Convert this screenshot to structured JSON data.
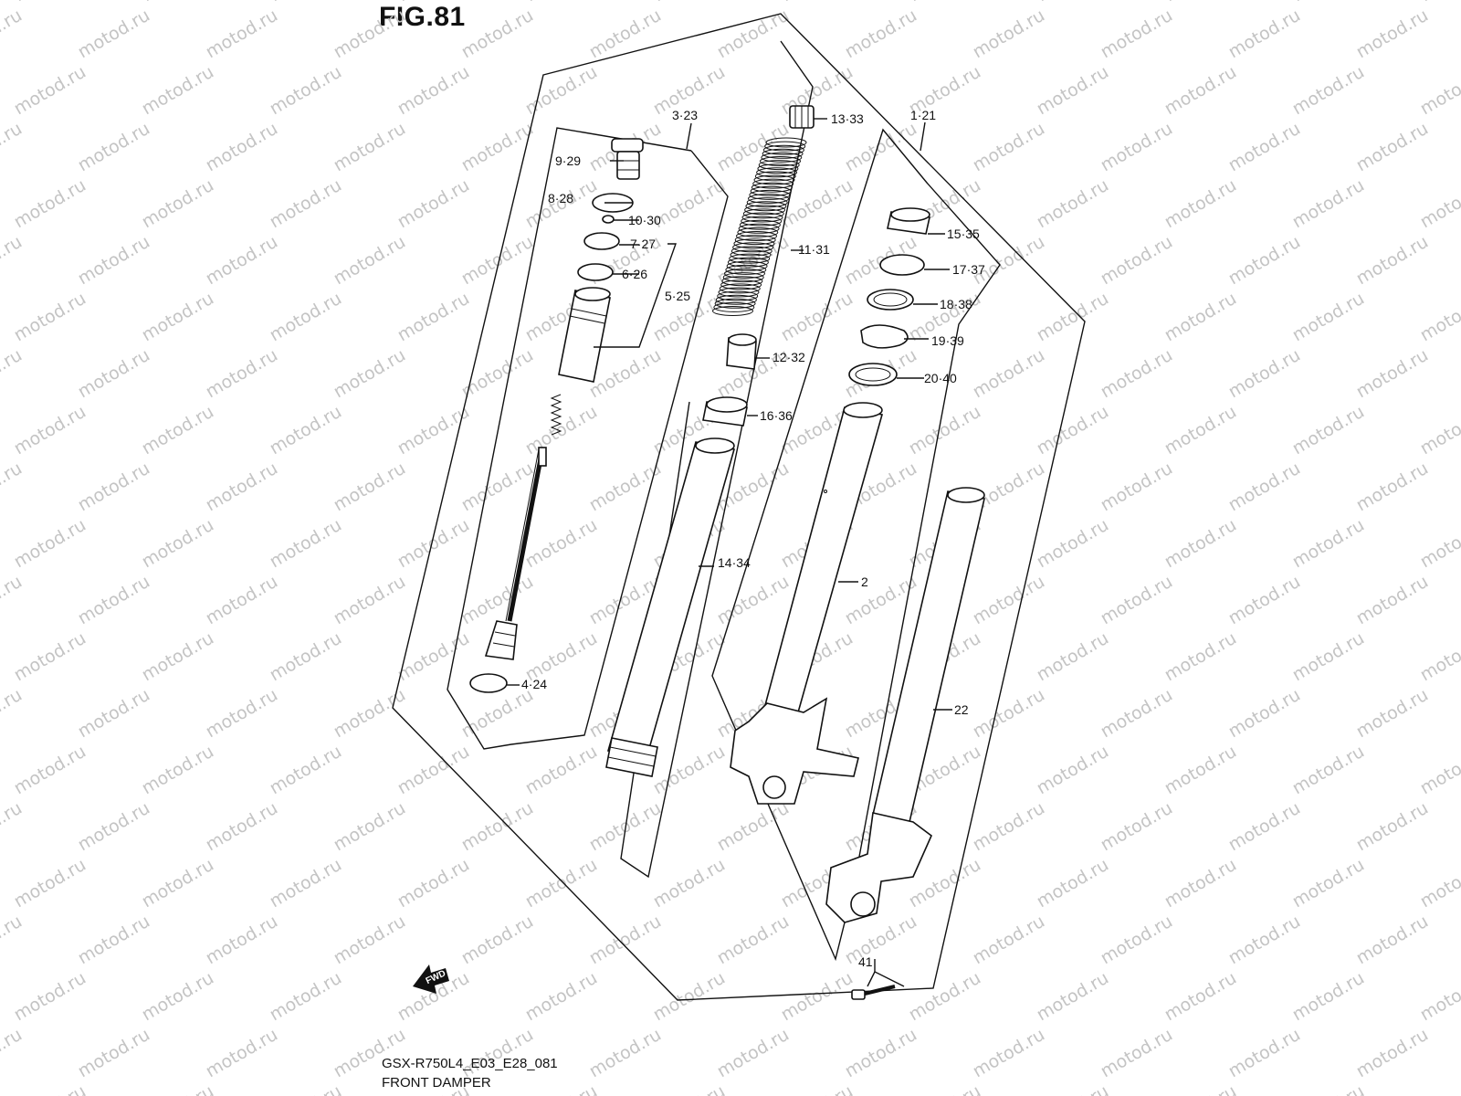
{
  "figure": {
    "title": "FIG.81",
    "code": "GSX-R750L4_E03_E28_081",
    "name": "FRONT DAMPER",
    "direction_arrow": "FWD",
    "watermark": "motod.ru"
  },
  "callouts": [
    {
      "id": "c-3-23",
      "text": "3·23"
    },
    {
      "id": "c-9-29",
      "text": "9·29"
    },
    {
      "id": "c-8-28",
      "text": "8·28"
    },
    {
      "id": "c-10-30",
      "text": "10·30"
    },
    {
      "id": "c-7-27",
      "text": "7·27"
    },
    {
      "id": "c-6-26",
      "text": "6·26"
    },
    {
      "id": "c-5-25",
      "text": "5·25"
    },
    {
      "id": "c-4-24",
      "text": "4·24"
    },
    {
      "id": "c-13-33",
      "text": "13·33"
    },
    {
      "id": "c-11-31",
      "text": "11·31"
    },
    {
      "id": "c-12-32",
      "text": "12·32"
    },
    {
      "id": "c-16-36",
      "text": "16·36"
    },
    {
      "id": "c-14-34",
      "text": "14·34"
    },
    {
      "id": "c-1-21",
      "text": "1·21"
    },
    {
      "id": "c-15-35",
      "text": "15·35"
    },
    {
      "id": "c-17-37",
      "text": "17·37"
    },
    {
      "id": "c-18-38",
      "text": "18·38"
    },
    {
      "id": "c-19-39",
      "text": "19·39"
    },
    {
      "id": "c-20-40",
      "text": "20·40"
    },
    {
      "id": "c-2",
      "text": "2"
    },
    {
      "id": "c-22",
      "text": "22"
    },
    {
      "id": "c-41",
      "text": "41"
    }
  ]
}
